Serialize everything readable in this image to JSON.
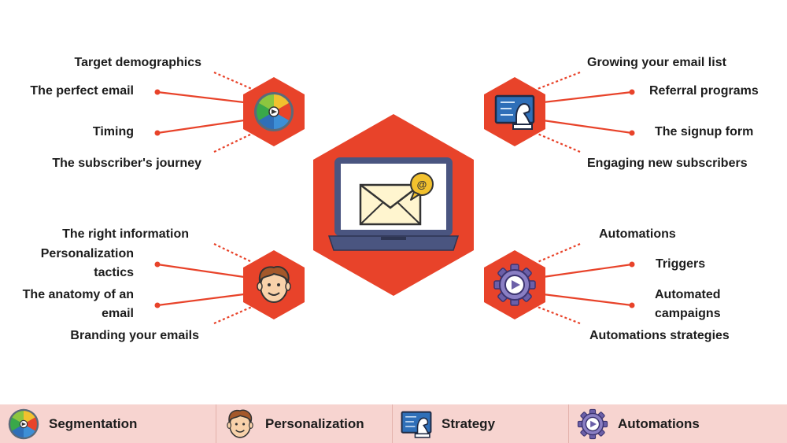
{
  "colors": {
    "accent": "#e8432a",
    "footer_bg": "#f7d4d0",
    "text": "#1c1c1c"
  },
  "center": {
    "icon": "laptop-email-icon",
    "badge_symbol": "@"
  },
  "branches": {
    "segmentation": {
      "icon": "segmentation-pie-icon",
      "items": [
        "Target demographics",
        "The perfect email",
        "Timing",
        "The subscriber's journey"
      ]
    },
    "strategy": {
      "icon": "strategy-chess-icon",
      "items": [
        "Growing your email list",
        "Referral programs",
        "The signup form",
        "Engaging new subscribers"
      ]
    },
    "personalization": {
      "icon": "person-face-icon",
      "items": [
        "The right information",
        "Personalization tactics",
        "The anatomy of an email",
        "Branding your emails"
      ]
    },
    "automations": {
      "icon": "gear-play-icon",
      "items": [
        "Automations",
        "Triggers",
        "Automated campaigns",
        "Automations strategies"
      ]
    }
  },
  "footer": {
    "tabs": [
      {
        "label": "Segmentation",
        "icon": "segmentation-pie-icon"
      },
      {
        "label": "Personalization",
        "icon": "person-face-icon"
      },
      {
        "label": "Strategy",
        "icon": "strategy-chess-icon"
      },
      {
        "label": "Automations",
        "icon": "gear-play-icon"
      }
    ]
  }
}
